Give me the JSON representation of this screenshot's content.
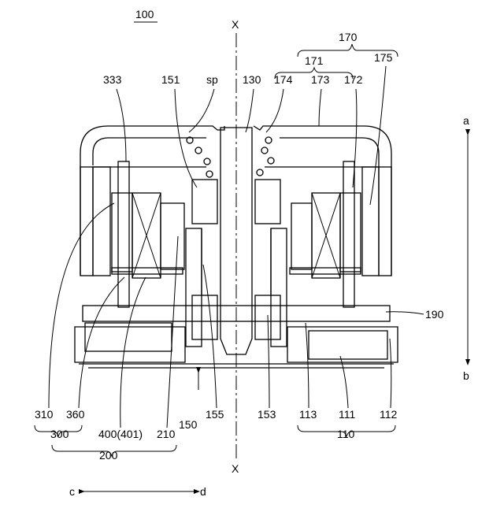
{
  "figure": {
    "ref_main": "100",
    "axis_top": "X",
    "axis_bottom": "X",
    "labels": {
      "l333": "333",
      "l151": "151",
      "lsp": "sp",
      "l130": "130",
      "l174": "174",
      "l173": "173",
      "l172": "172",
      "l175": "175",
      "l171": "171",
      "l170": "170",
      "l190": "190",
      "l310": "310",
      "l360": "360",
      "l300": "300",
      "l400": "400(401)",
      "l210": "210",
      "l200": "200",
      "l150": "150",
      "l155": "155",
      "l153": "153",
      "l113": "113",
      "l111": "111",
      "l112": "112",
      "l110": "110"
    },
    "directions": {
      "a": "a",
      "b": "b",
      "c": "c",
      "d": "d"
    }
  }
}
